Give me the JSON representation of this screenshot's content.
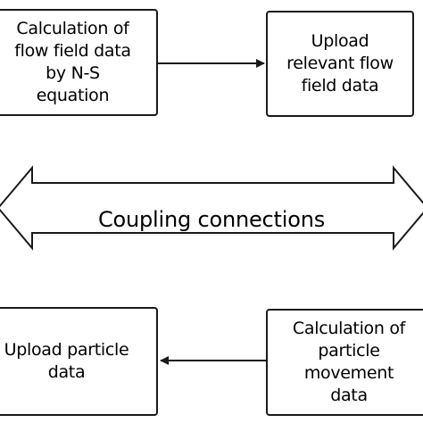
{
  "boxes": {
    "top_left": "Calculation of\nflow field data\nby N-S\nequation",
    "top_right": "Upload\nrelevant flow\nfield data",
    "bottom_left": "Upload particle\ndata",
    "bottom_right": "Calculation of\nparticle\nmovement\ndata"
  },
  "coupling_label": "Coupling connections",
  "colors": {
    "stroke": "#1a1a1a",
    "background": "#ffffff"
  }
}
